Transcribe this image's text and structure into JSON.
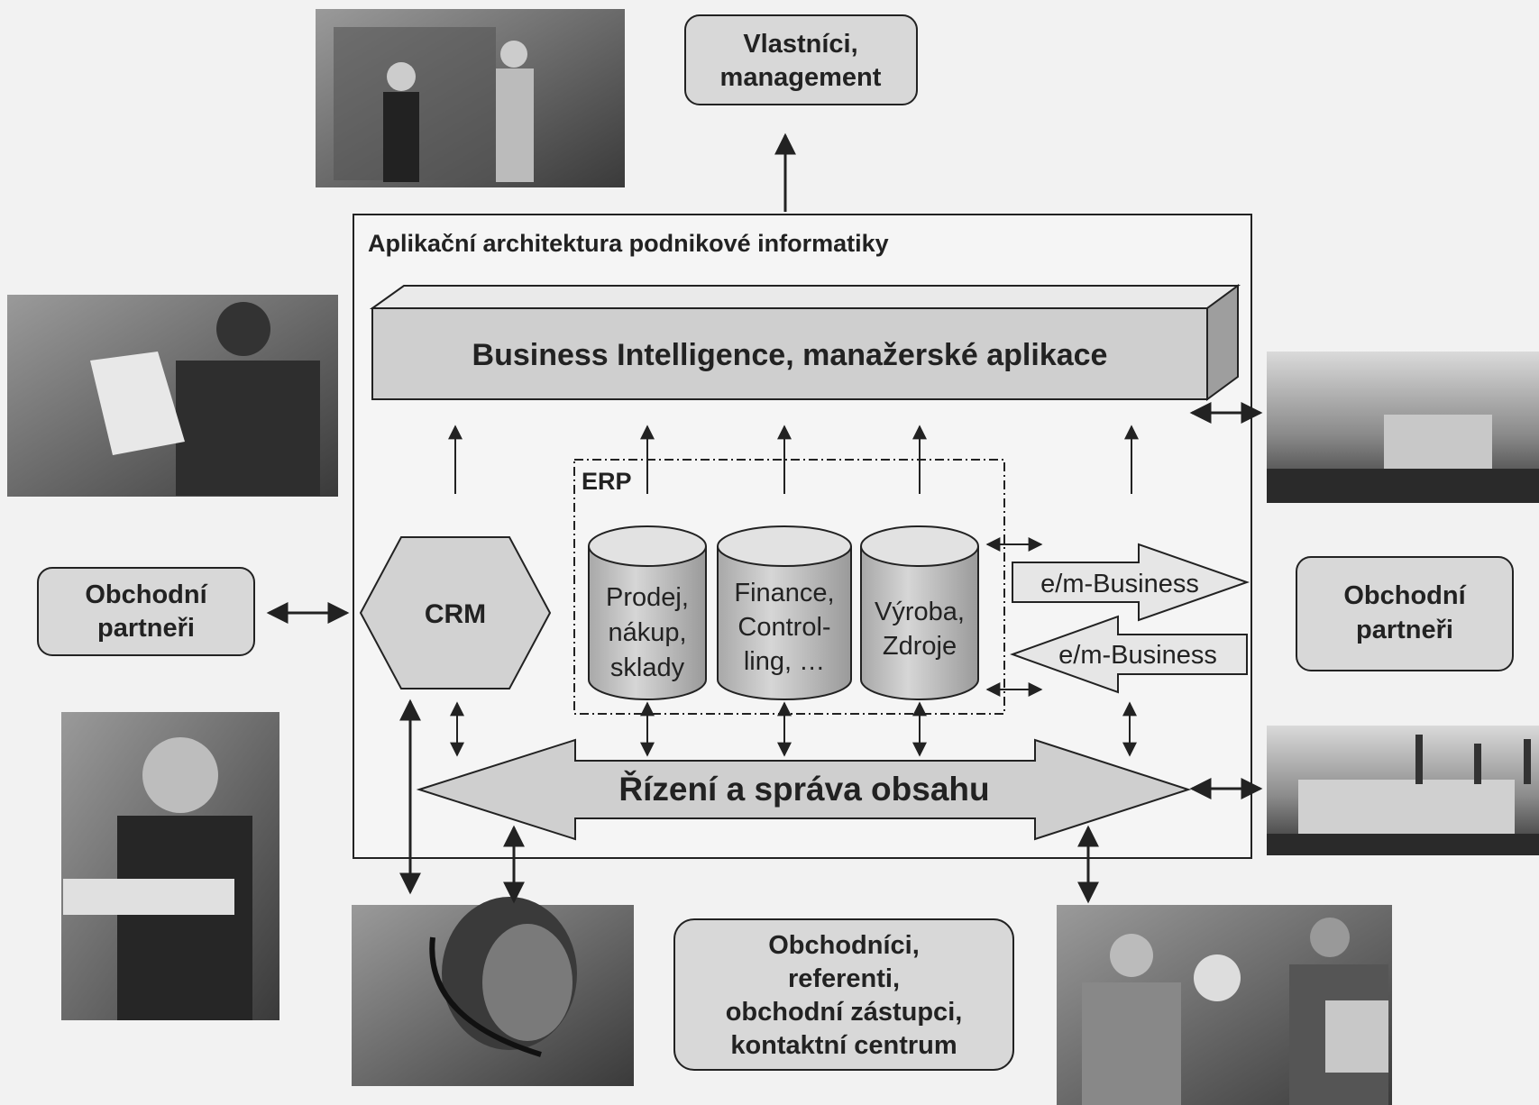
{
  "arch_title": "Aplikační architektura podnikové informatiky",
  "bi_label": "Business Intelligence, manažerské aplikace",
  "erp_label": "ERP",
  "crm_label": "CRM",
  "owners": {
    "line1": "Vlastníci,",
    "line2": "management"
  },
  "partners_left": {
    "line1": "Obchodní",
    "line2": "partneři"
  },
  "partners_right": {
    "line1": "Obchodní",
    "line2": "partneři"
  },
  "sales": {
    "line1": "Obchodníci,",
    "line2": "referenti,",
    "line3": "obchodní zástupci,",
    "line4": "kontaktní centrum"
  },
  "cylinders": [
    {
      "line1": "Prodej,",
      "line2": "nákup,",
      "line3": "sklady"
    },
    {
      "line1": "Finance,",
      "line2": "Control-",
      "line3": "ling, …"
    },
    {
      "line1": "Výroba,",
      "line2": "Zdroje"
    }
  ],
  "ebusiness_out": "e/m-Business",
  "ebusiness_in": "e/m-Business",
  "content_mgmt": "Řízení a správa obsahu",
  "photos": [
    {
      "name": "photo-owners",
      "icon": "people-walking-photo"
    },
    {
      "name": "photo-businessman-phone",
      "icon": "businessman-reading-photo"
    },
    {
      "name": "photo-truck",
      "icon": "truck-on-road-photo"
    },
    {
      "name": "photo-smiling-man",
      "icon": "smiling-man-photo"
    },
    {
      "name": "photo-factory",
      "icon": "factory-photo"
    },
    {
      "name": "photo-call-center",
      "icon": "headset-woman-photo"
    },
    {
      "name": "photo-meeting",
      "icon": "office-meeting-photo"
    }
  ]
}
